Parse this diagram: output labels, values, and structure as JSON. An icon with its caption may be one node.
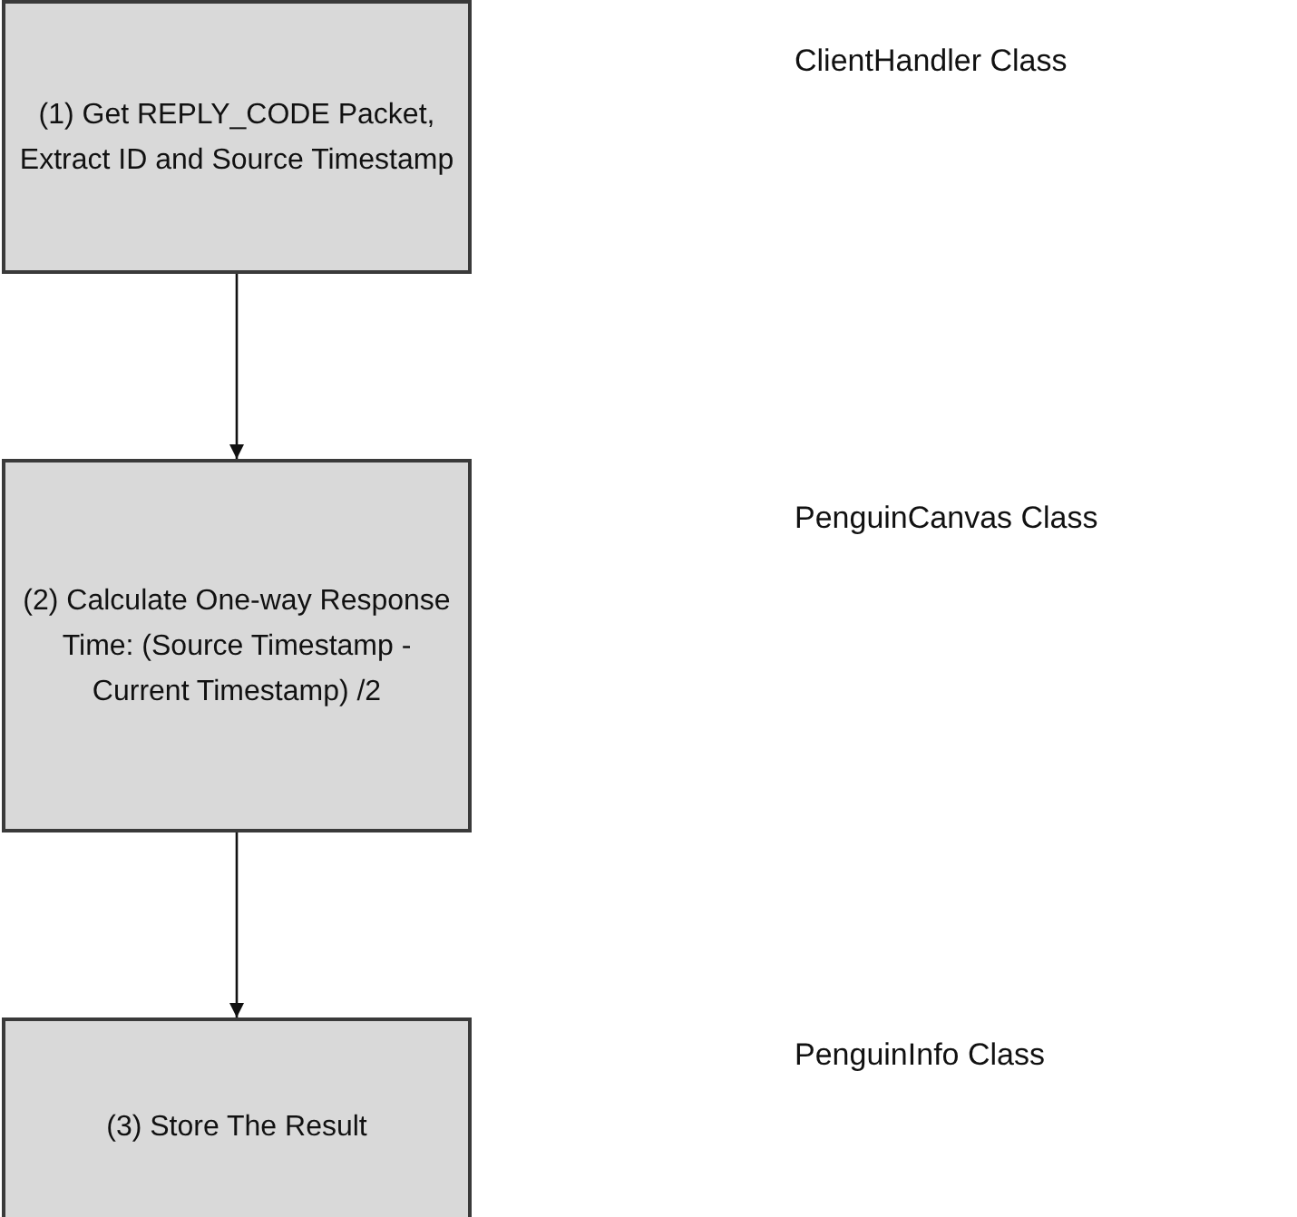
{
  "diagram": {
    "nodes": [
      {
        "text": [
          "(1) Get REPLY_CODE Packet, Extract ID and Source Timestamp"
        ]
      },
      {
        "text": [
          "(2) Calculate One-way Response Time: (Source Timestamp - Current Timestamp) /2"
        ]
      },
      {
        "text": [
          "(3) Store The Result"
        ]
      }
    ],
    "edges": [
      {
        "from": 0,
        "to": 1,
        "arrow": "to"
      },
      {
        "from": 1,
        "to": 2,
        "arrow": "to"
      }
    ],
    "labels": [
      "ClientHandler Class",
      "PenguinCanvas Class",
      "PenguinInfo Class"
    ]
  }
}
